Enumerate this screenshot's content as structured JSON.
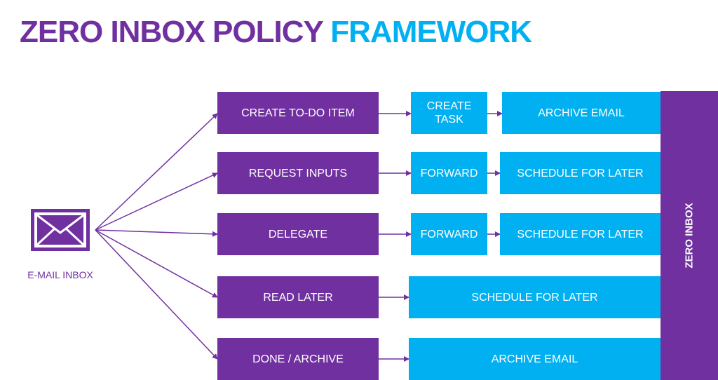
{
  "title": {
    "part1": "ZERO INBOX POLICY",
    "part2": "FRAMEWORK"
  },
  "inbox": {
    "label": "E-MAIL INBOX",
    "icon": "envelope-icon"
  },
  "rows": [
    {
      "action": "CREATE TO-DO ITEM",
      "step": "CREATE TASK",
      "result": "ARCHIVE EMAIL"
    },
    {
      "action": "REQUEST INPUTS",
      "step": "FORWARD",
      "result": "SCHEDULE FOR LATER"
    },
    {
      "action": "DELEGATE",
      "step": "FORWARD",
      "result": "SCHEDULE FOR LATER"
    },
    {
      "action": "READ LATER",
      "result": "SCHEDULE FOR LATER"
    },
    {
      "action": "DONE / ARCHIVE",
      "result": "ARCHIVE EMAIL"
    }
  ],
  "zero_inbox": {
    "label": "ZERO INBOX"
  },
  "colors": {
    "purple": "#7030a0",
    "blue": "#00b0f0"
  }
}
